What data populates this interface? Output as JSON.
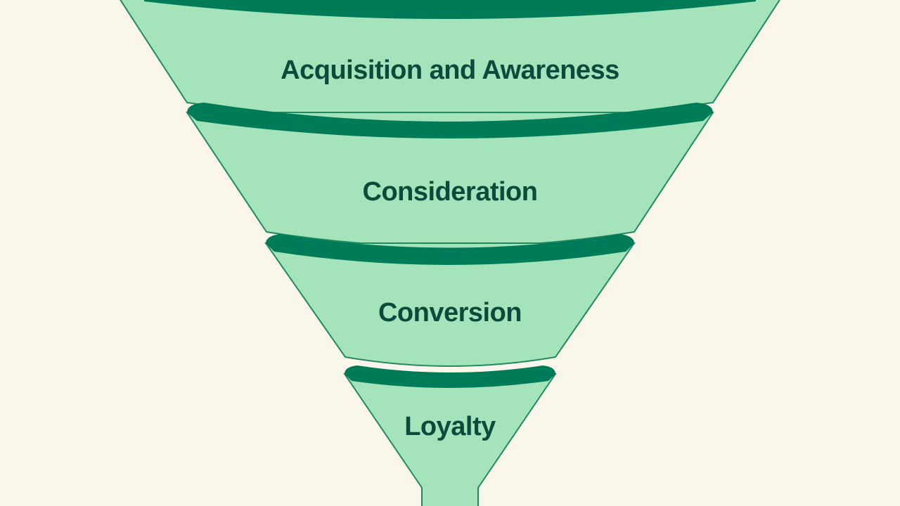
{
  "funnel": {
    "stages": [
      {
        "label": "Acquisition and Awareness"
      },
      {
        "label": "Consideration"
      },
      {
        "label": "Conversion"
      },
      {
        "label": "Loyalty"
      }
    ]
  },
  "colors": {
    "background": "#faf6ec",
    "stage_fill": "#a5e3bb",
    "rim": "#007b58",
    "outline": "#1f8a5e",
    "text": "#0a4b3c"
  }
}
